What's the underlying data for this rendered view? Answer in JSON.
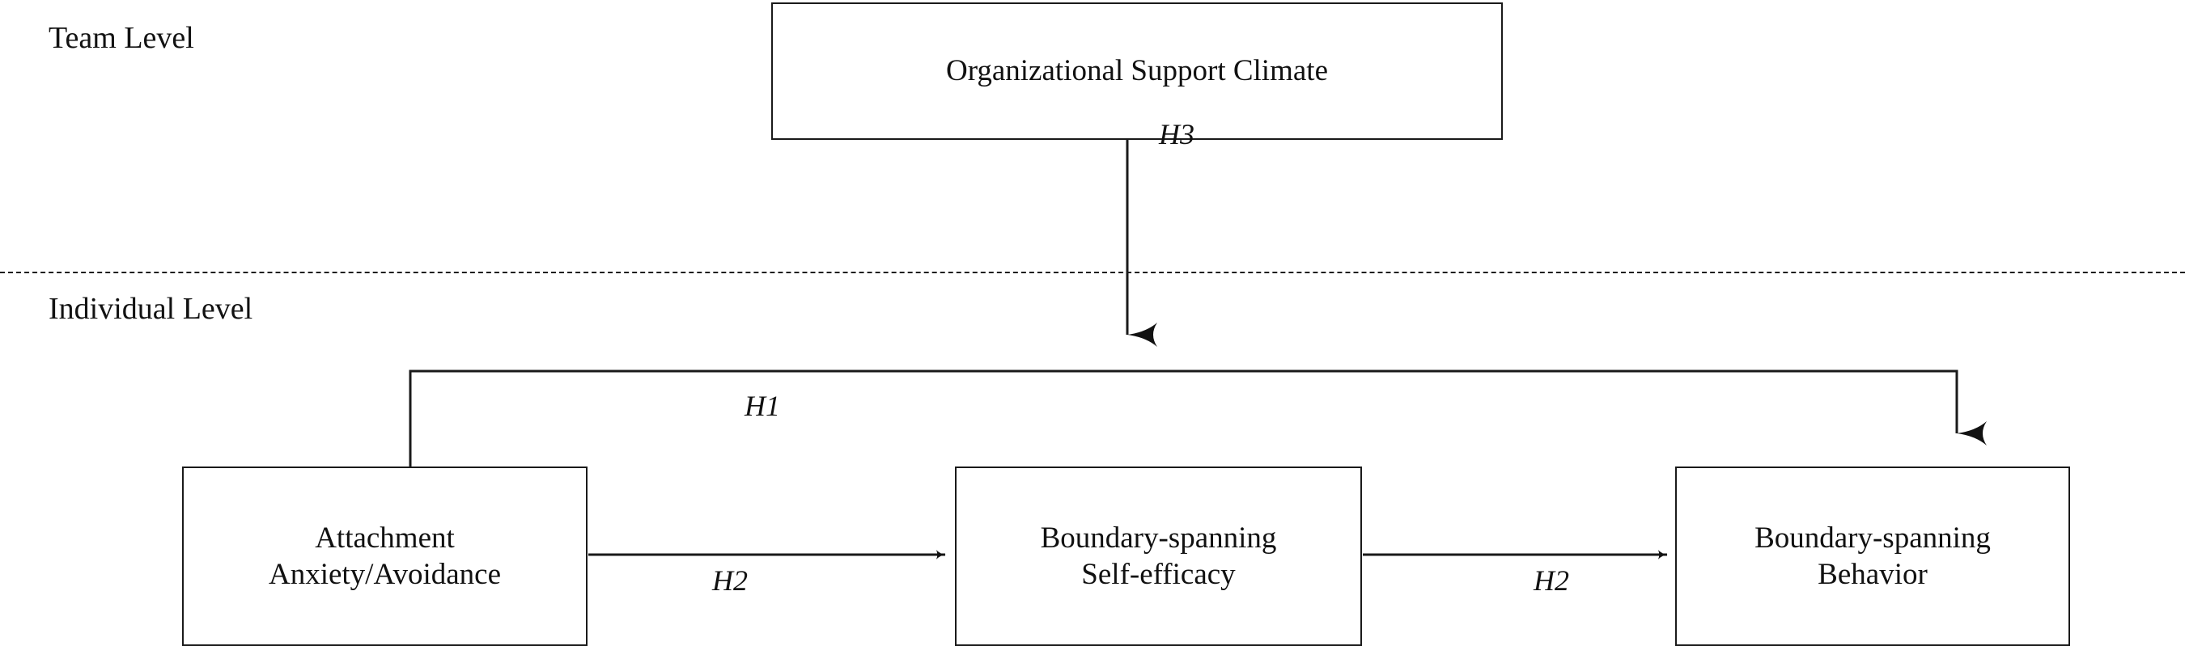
{
  "diagram": {
    "title_present": false,
    "levels": [
      {
        "id": "team",
        "label": "Team Level"
      },
      {
        "id": "individual",
        "label": "Individual Level"
      }
    ],
    "nodes": [
      {
        "id": "org-support",
        "level": "team",
        "lines": [
          "Organizational Support Climate"
        ]
      },
      {
        "id": "attachment",
        "level": "individual",
        "lines": [
          "Attachment",
          "Anxiety/Avoidance"
        ]
      },
      {
        "id": "self-efficacy",
        "level": "individual",
        "lines": [
          "Boundary-spanning",
          "Self-efficacy"
        ]
      },
      {
        "id": "behavior",
        "level": "individual",
        "lines": [
          "Boundary-spanning",
          "Behavior"
        ]
      }
    ],
    "edges": [
      {
        "id": "h3",
        "label": "H3",
        "from": "org-support",
        "to": "h1-path",
        "style": "solid-arrow-down"
      },
      {
        "id": "h1",
        "label": "H1",
        "from": "attachment",
        "to": "behavior",
        "style": "elbow-arrow"
      },
      {
        "id": "h2a",
        "label": "H2",
        "from": "attachment",
        "to": "self-efficacy",
        "style": "solid-arrow-right"
      },
      {
        "id": "h2b",
        "label": "H2",
        "from": "self-efficacy",
        "to": "behavior",
        "style": "solid-arrow-right"
      }
    ],
    "divider": {
      "id": "level-divider",
      "style": "dashed"
    },
    "colors": {
      "background": "#ffffff",
      "stroke": "#1a1a1a",
      "text": "#111111"
    }
  }
}
